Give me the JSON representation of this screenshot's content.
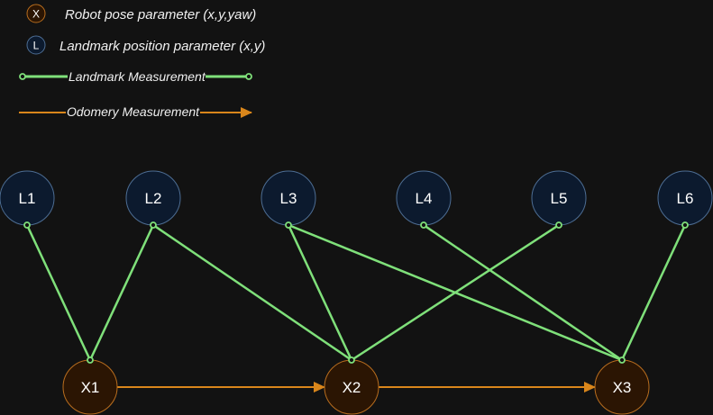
{
  "legend": {
    "robot_pose": {
      "symbol": "X",
      "label": "Robot pose parameter (x,y,yaw)"
    },
    "landmark": {
      "symbol": "L",
      "label": "Landmark position parameter (x,y)"
    },
    "landmark_measurement": {
      "label": "Landmark Measurement"
    },
    "odometry_measurement": {
      "label": "Odomery Measurement"
    }
  },
  "landmarks": [
    {
      "id": "L1",
      "label": "L1"
    },
    {
      "id": "L2",
      "label": "L2"
    },
    {
      "id": "L3",
      "label": "L3"
    },
    {
      "id": "L4",
      "label": "L4"
    },
    {
      "id": "L5",
      "label": "L5"
    },
    {
      "id": "L6",
      "label": "L6"
    }
  ],
  "poses": [
    {
      "id": "X1",
      "label": "X1"
    },
    {
      "id": "X2",
      "label": "X2"
    },
    {
      "id": "X3",
      "label": "X3"
    }
  ],
  "landmark_edges": [
    {
      "from": "L1",
      "to": "X1"
    },
    {
      "from": "L2",
      "to": "X1"
    },
    {
      "from": "L2",
      "to": "X2"
    },
    {
      "from": "L3",
      "to": "X2"
    },
    {
      "from": "L3",
      "to": "X3"
    },
    {
      "from": "L4",
      "to": "X3"
    },
    {
      "from": "L5",
      "to": "X2"
    },
    {
      "from": "L6",
      "to": "X3"
    }
  ],
  "odometry_edges": [
    {
      "from": "X1",
      "to": "X2"
    },
    {
      "from": "X2",
      "to": "X3"
    }
  ],
  "colors": {
    "background": "#121212",
    "landmark_fill": "#0c1a2e",
    "landmark_stroke": "#4d6d93",
    "pose_fill": "#2b1503",
    "pose_stroke": "#b86d1e",
    "measurement_edge": "#7fe07a",
    "odometry_edge": "#d9861b"
  }
}
